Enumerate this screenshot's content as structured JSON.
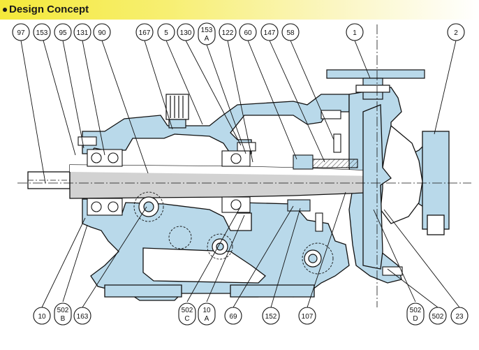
{
  "header": {
    "title": "Design Concept"
  },
  "colors": {
    "fill": "#b9d9ea",
    "header": "#f4e93a",
    "line": "#111111"
  },
  "callouts": {
    "top": [
      {
        "id": "c97",
        "lines": [
          "97"
        ]
      },
      {
        "id": "c153",
        "lines": [
          "153"
        ]
      },
      {
        "id": "c95",
        "lines": [
          "95"
        ]
      },
      {
        "id": "c131",
        "lines": [
          "131"
        ]
      },
      {
        "id": "c90",
        "lines": [
          "90"
        ]
      },
      {
        "id": "c167",
        "lines": [
          "167"
        ]
      },
      {
        "id": "c5",
        "lines": [
          "5"
        ]
      },
      {
        "id": "c130",
        "lines": [
          "130"
        ]
      },
      {
        "id": "c153a",
        "lines": [
          "153",
          "A"
        ]
      },
      {
        "id": "c122",
        "lines": [
          "122"
        ]
      },
      {
        "id": "c60",
        "lines": [
          "60"
        ]
      },
      {
        "id": "c147",
        "lines": [
          "147"
        ]
      },
      {
        "id": "c58",
        "lines": [
          "58"
        ]
      },
      {
        "id": "c1",
        "lines": [
          "1"
        ]
      },
      {
        "id": "c2",
        "lines": [
          "2"
        ]
      }
    ],
    "bottom": [
      {
        "id": "c10",
        "lines": [
          "10"
        ]
      },
      {
        "id": "c502b",
        "lines": [
          "502",
          "B"
        ]
      },
      {
        "id": "c163",
        "lines": [
          "163"
        ]
      },
      {
        "id": "c502c",
        "lines": [
          "502",
          "C"
        ]
      },
      {
        "id": "c10a",
        "lines": [
          "10",
          "A"
        ]
      },
      {
        "id": "c69",
        "lines": [
          "69"
        ]
      },
      {
        "id": "c152",
        "lines": [
          "152"
        ]
      },
      {
        "id": "c107",
        "lines": [
          "107"
        ]
      },
      {
        "id": "c502d",
        "lines": [
          "502",
          "D"
        ]
      },
      {
        "id": "c502",
        "lines": [
          "502"
        ]
      },
      {
        "id": "c23",
        "lines": [
          "23"
        ]
      }
    ]
  }
}
